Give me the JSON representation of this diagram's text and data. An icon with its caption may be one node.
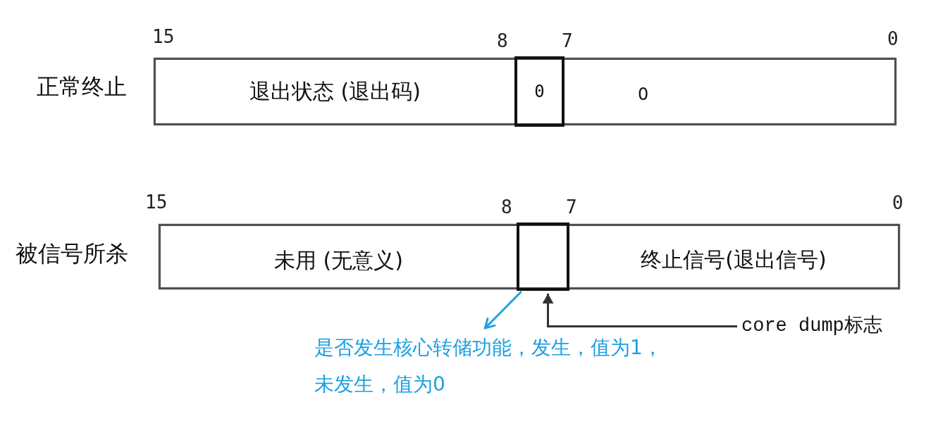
{
  "diagram": {
    "nodes": [
      {
        "text": [
          "正常终止"
        ]
      },
      {
        "text": [
          "退出状态 (退出码)"
        ],
        "in": 0
      },
      {
        "text": [
          "0"
        ],
        "in": 0
      },
      {
        "text": [
          "0"
        ],
        "in": 0
      },
      {
        "text": [
          "被信号所杀"
        ]
      },
      {
        "text": [
          "未用 (无意义)"
        ],
        "in": 4
      },
      {
        "text": [],
        "shape": "box",
        "in": 4
      },
      {
        "text": [
          "终止信号(退出信号)"
        ],
        "in": 4
      },
      {
        "text": [
          "core dump标志"
        ]
      },
      {
        "text": [
          "是否发生核心转储功能，发生，值为1，未发生，值为0"
        ]
      }
    ],
    "edges": [
      {
        "from": 8,
        "to": 6,
        "arrow": "to"
      },
      {
        "from": 6,
        "to": 9,
        "arrow": "to",
        "color": "#1ba1e2"
      }
    ],
    "labels": [
      "15",
      "8",
      "7",
      "0",
      "15",
      "8",
      "7",
      "0"
    ]
  }
}
